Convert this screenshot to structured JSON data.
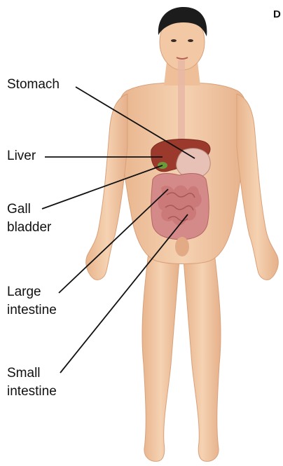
{
  "corner_text": "D",
  "labels": {
    "stomach": "Stomach",
    "liver": "Liver",
    "gall_line1": "Gall",
    "gall_line2": "bladder",
    "large_line1": "Large",
    "large_line2": "intestine",
    "small_line1": "Small",
    "small_line2": "intestine"
  },
  "colors": {
    "skin": "#f2c9a4",
    "skin_shadow": "#e2a97f",
    "hair": "#1c1c1c",
    "liver": "#9b3a2c",
    "stomach": "#e7c1b5",
    "gall_bladder": "#6a9a3a",
    "intestine": "#d58a8a",
    "esophagus": "#e7b7a5",
    "leader_line": "#111111"
  }
}
